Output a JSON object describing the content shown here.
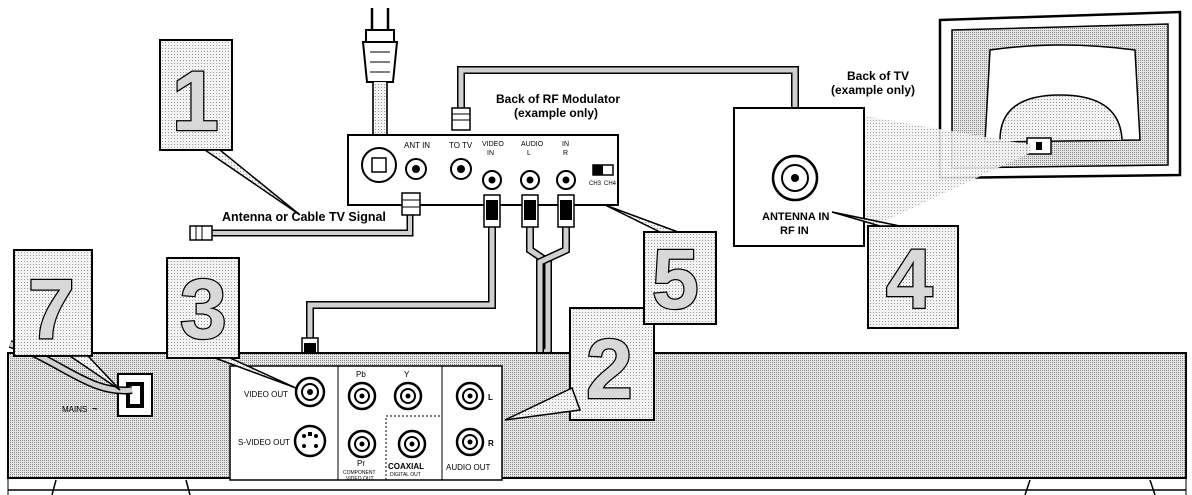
{
  "rf_modulator": {
    "title": "Back of RF Modulator",
    "subtitle": "(example only)",
    "ant_in": "ANT IN",
    "to_tv": "TO TV",
    "video_in_1": "VIDEO",
    "video_in_2": "IN",
    "audio": "AUDIO",
    "audio_l": "L",
    "in": "IN",
    "audio_r": "R",
    "ch3": "CH3",
    "ch4": "CH4"
  },
  "tv": {
    "title": "Back of  TV",
    "subtitle": "(example only)",
    "antenna_in": "ANTENNA IN",
    "rf_in": "RF IN"
  },
  "signal_label": "Antenna or Cable TV Signal",
  "player": {
    "mains": "MAINS",
    "video_out": "VIDEO OUT",
    "s_video_out": "S-VIDEO OUT",
    "pb": "Pb",
    "y": "Y",
    "pr": "Pr",
    "component": "COMPONENT",
    "video_out_small": "VIDEO OUT",
    "coaxial": "COAXIAL",
    "digital_out": "DIGITAL OUT",
    "audio_out": "AUDIO OUT",
    "l": "L",
    "r": "R"
  },
  "steps": [
    "1",
    "2",
    "3",
    "4",
    "5",
    "7"
  ]
}
